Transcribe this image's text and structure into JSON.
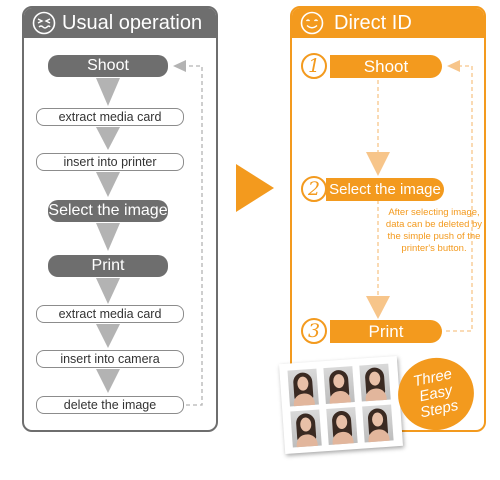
{
  "colors": {
    "gray": "#6e6e6e",
    "orange": "#f39a1e"
  },
  "usual": {
    "title": "Usual operation",
    "icon": "dizzy-face-icon",
    "steps": [
      "Shoot",
      "extract media card",
      "insert into printer",
      "Select the image",
      "Print",
      "extract media card",
      "insert into camera",
      "delete the image"
    ]
  },
  "direct": {
    "title": "Direct ID",
    "icon": "smiley-face-icon",
    "steps": [
      {
        "num": "1",
        "label": "Shoot"
      },
      {
        "num": "2",
        "label": "Select the image"
      },
      {
        "num": "3",
        "label": "Print"
      }
    ],
    "note": "After selecting image, data can be deleted by the simple push of the printer's button.",
    "badge": [
      "Three",
      "Easy",
      "Steps"
    ]
  }
}
